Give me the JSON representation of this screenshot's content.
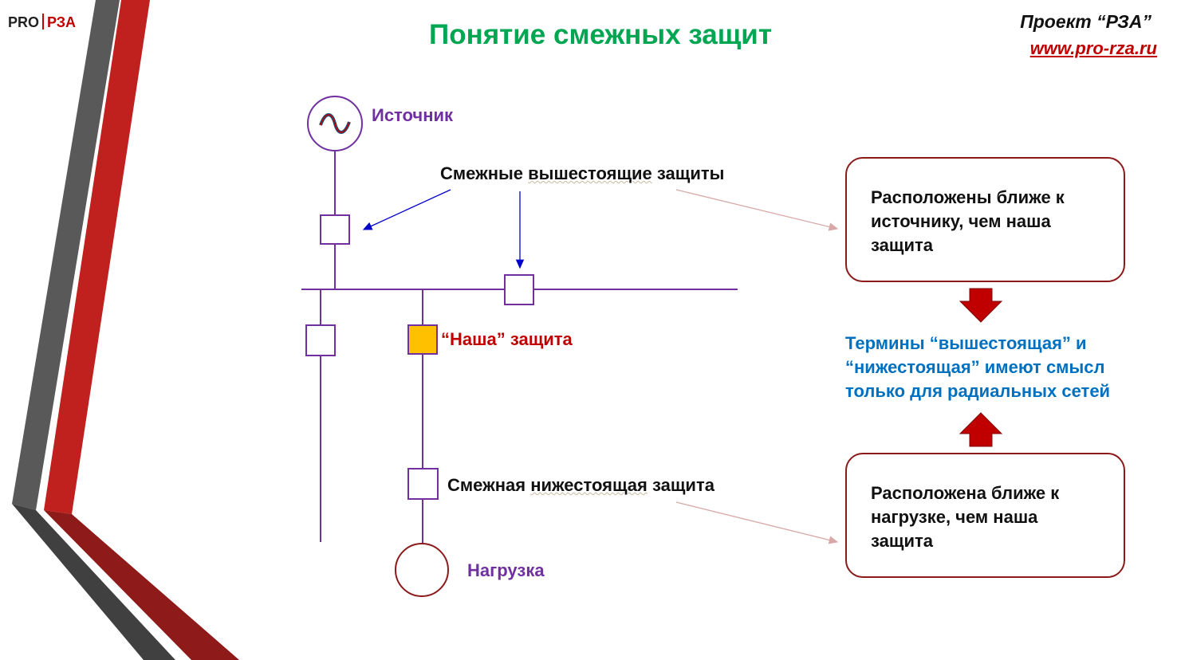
{
  "logo": {
    "left": "PRO",
    "right": "РЗА"
  },
  "header": {
    "title": "Понятие смежных защит",
    "project": "Проект “РЗА”",
    "website": "www.pro-rza.ru"
  },
  "diagram": {
    "source_label": "Источник",
    "upstream_label_word1": "Смежные ",
    "upstream_label_word2": "вышестоящие",
    "upstream_label_word3": " защиты",
    "our_label_quoted": "“Наша”",
    "our_label_rest": " защита",
    "downstream_label_word1": "Смежная ",
    "downstream_label_word2": "нижестоящая",
    "downstream_label_word3": " защита",
    "load_label": "Нагрузка"
  },
  "boxes": {
    "upper": "Расположены ближе к источнику, чем наша защита",
    "lower": "Расположена ближе к нагрузке, чем наша защита",
    "terms": "Термины “вышестоящая” и “нижестоящая” имеют смысл только для радиальных сетей"
  },
  "colors": {
    "title": "#00a651",
    "accent_red": "#c00000",
    "line_purple": "#7030a0",
    "our_protection_fill": "#ffc000",
    "terms_blue": "#0070c0"
  }
}
